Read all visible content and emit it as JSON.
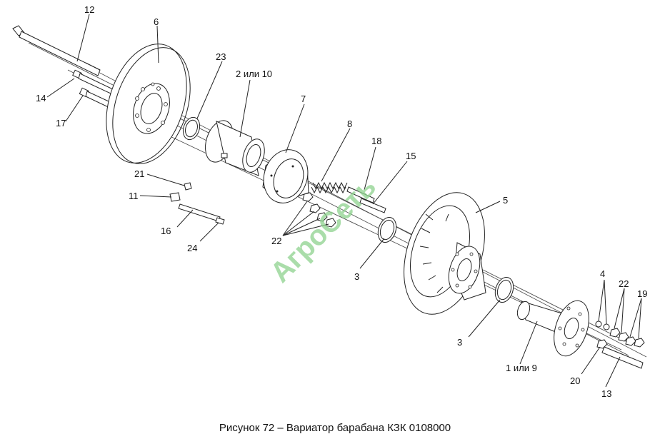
{
  "figure": {
    "caption": "Рисунок 72 – Вариатор барабана КЗК 0108000",
    "watermark": "АгроСеть"
  },
  "callouts": [
    {
      "id": "c12",
      "text": "12"
    },
    {
      "id": "c6",
      "text": "6"
    },
    {
      "id": "c23",
      "text": "23"
    },
    {
      "id": "c2or10",
      "text": "2 или 10"
    },
    {
      "id": "c14",
      "text": "14"
    },
    {
      "id": "c17",
      "text": "17"
    },
    {
      "id": "c7",
      "text": "7"
    },
    {
      "id": "c8",
      "text": "8"
    },
    {
      "id": "c18",
      "text": "18"
    },
    {
      "id": "c15",
      "text": "15"
    },
    {
      "id": "c21",
      "text": "21"
    },
    {
      "id": "c11",
      "text": "11"
    },
    {
      "id": "c16",
      "text": "16"
    },
    {
      "id": "c24",
      "text": "24"
    },
    {
      "id": "c22a",
      "text": "22"
    },
    {
      "id": "c5",
      "text": "5"
    },
    {
      "id": "c3a",
      "text": "3"
    },
    {
      "id": "c3b",
      "text": "3"
    },
    {
      "id": "c4",
      "text": "4"
    },
    {
      "id": "c22b",
      "text": "22"
    },
    {
      "id": "c19",
      "text": "19"
    },
    {
      "id": "c1or9",
      "text": "1 или 9"
    },
    {
      "id": "c20",
      "text": "20"
    },
    {
      "id": "c13",
      "text": "13"
    }
  ]
}
